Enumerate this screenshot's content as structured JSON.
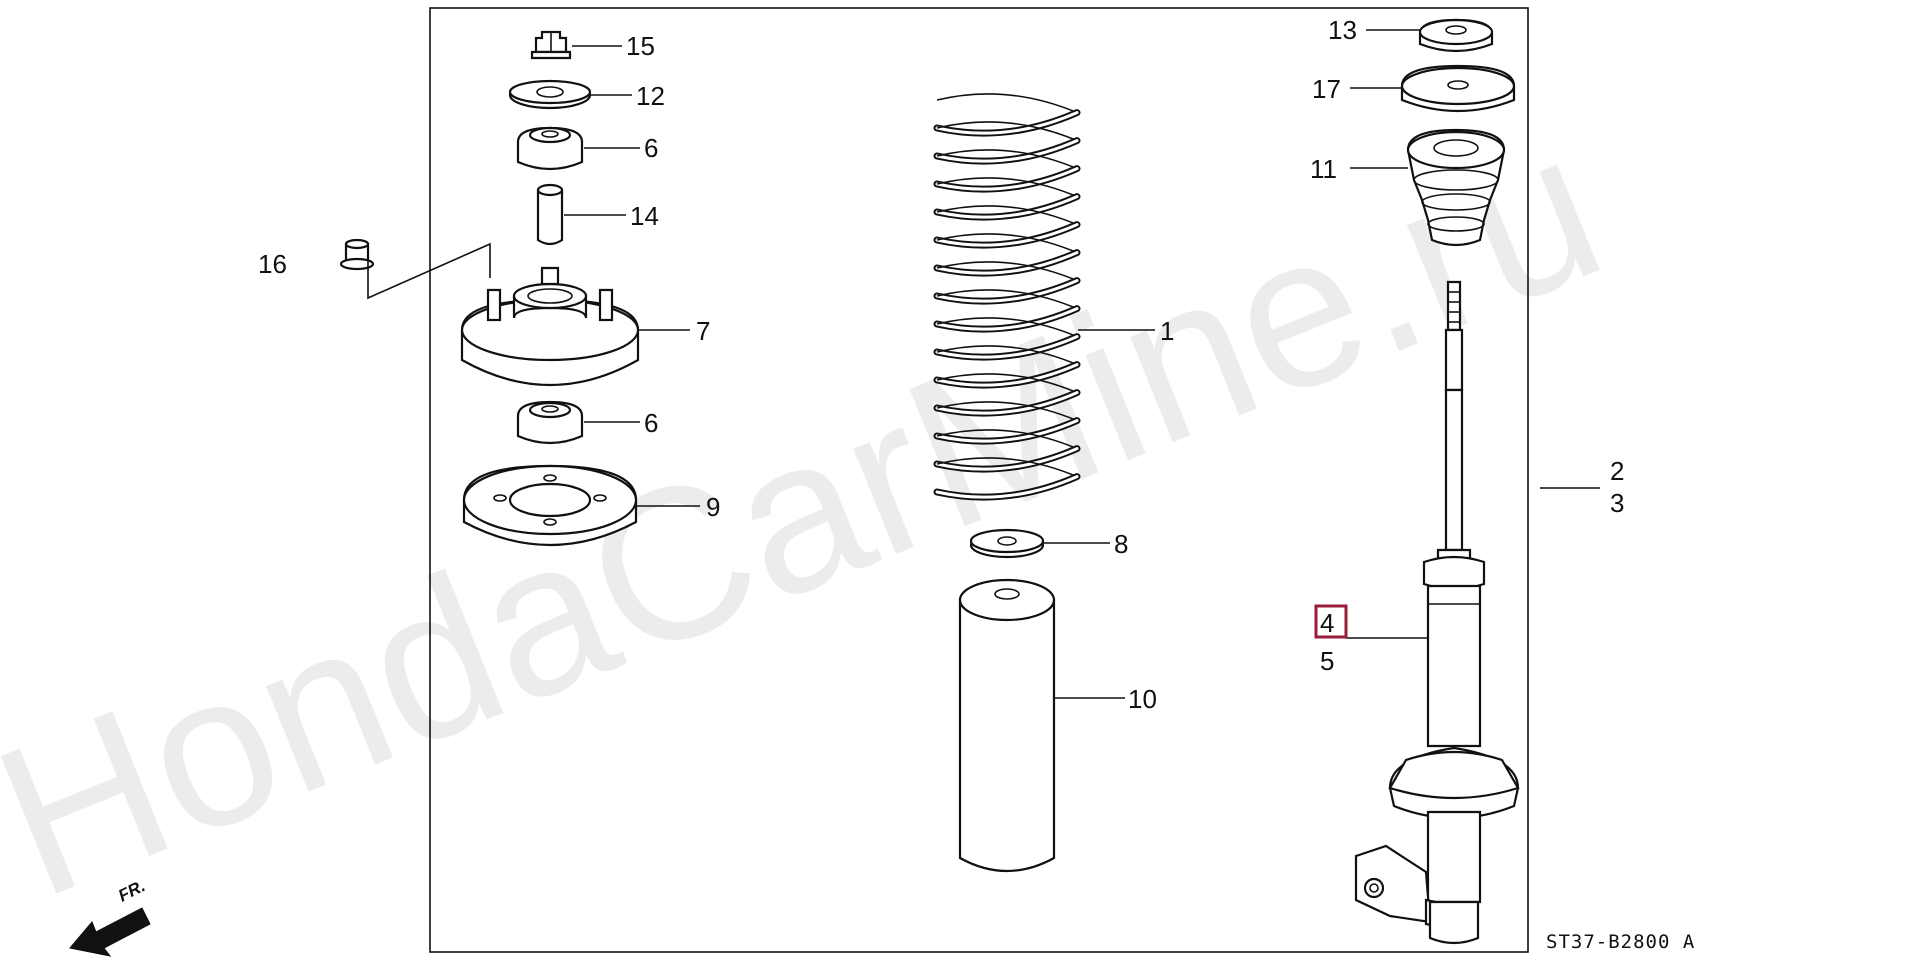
{
  "watermark": "HondaCarMine.ru",
  "direction_label": "FR.",
  "diagram_code": "ST37-B2800 A",
  "highlight_color": "#9b1b3a",
  "callouts": [
    {
      "id": "15",
      "label": "15"
    },
    {
      "id": "12",
      "label": "12"
    },
    {
      "id": "6a",
      "label": "6"
    },
    {
      "id": "14",
      "label": "14"
    },
    {
      "id": "16",
      "label": "16"
    },
    {
      "id": "7",
      "label": "7"
    },
    {
      "id": "6b",
      "label": "6"
    },
    {
      "id": "9",
      "label": "9"
    },
    {
      "id": "1",
      "label": "1"
    },
    {
      "id": "8",
      "label": "8"
    },
    {
      "id": "10",
      "label": "10"
    },
    {
      "id": "13",
      "label": "13"
    },
    {
      "id": "17",
      "label": "17"
    },
    {
      "id": "11",
      "label": "11"
    },
    {
      "id": "2",
      "label": "2"
    },
    {
      "id": "3",
      "label": "3"
    },
    {
      "id": "4",
      "label": "4",
      "highlighted": true
    },
    {
      "id": "5",
      "label": "5"
    }
  ],
  "parts": [
    {
      "callout": "15",
      "name": "self-locking-nut"
    },
    {
      "callout": "12",
      "name": "washer"
    },
    {
      "callout": "6",
      "name": "mount-rubber"
    },
    {
      "callout": "14",
      "name": "collar"
    },
    {
      "callout": "16",
      "name": "flange-nut"
    },
    {
      "callout": "7",
      "name": "damper-mounting-base"
    },
    {
      "callout": "9",
      "name": "mount-cushion"
    },
    {
      "callout": "1",
      "name": "coil-spring"
    },
    {
      "callout": "8",
      "name": "spring-seat-washer"
    },
    {
      "callout": "10",
      "name": "dust-cover"
    },
    {
      "callout": "13",
      "name": "bump-stop-cap"
    },
    {
      "callout": "17",
      "name": "bump-stop-plate"
    },
    {
      "callout": "11",
      "name": "bump-stop-rubber"
    },
    {
      "callout": "2",
      "name": "shock-absorber"
    },
    {
      "callout": "4",
      "name": "shock-absorber-unit"
    }
  ]
}
